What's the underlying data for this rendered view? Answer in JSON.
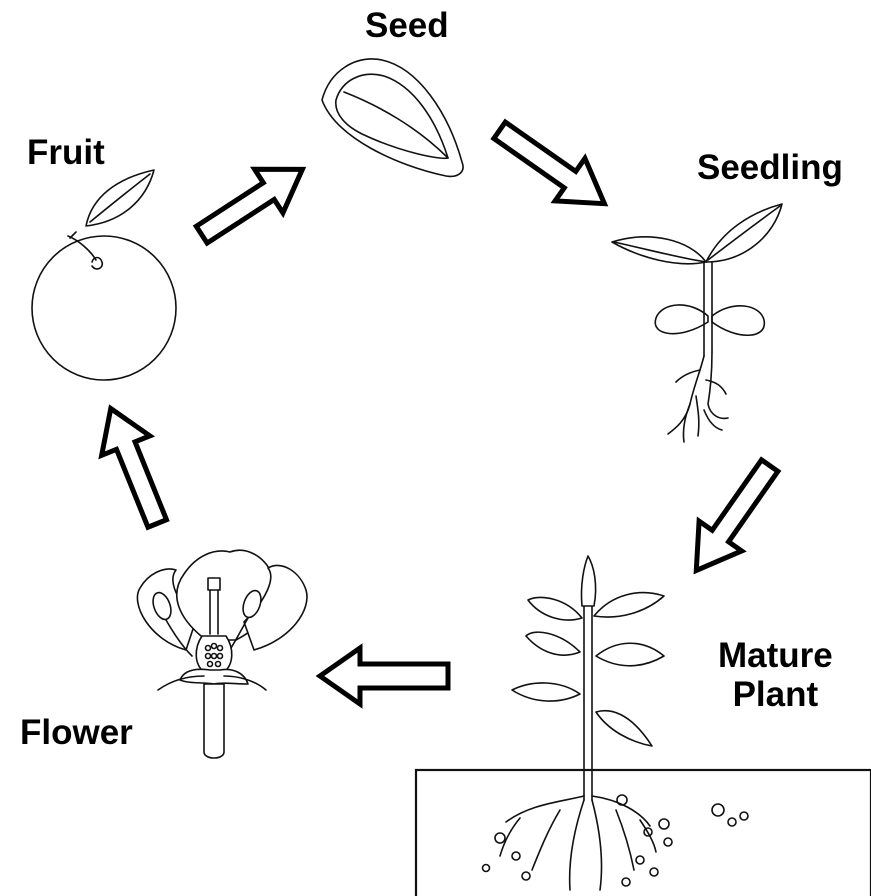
{
  "diagram": {
    "stages": {
      "seed": "Seed",
      "seedling": "Seedling",
      "mature_plant_line1": "Mature",
      "mature_plant_line2": "Plant",
      "flower": "Flower",
      "fruit": "Fruit"
    },
    "stroke_color": "#000000",
    "background_color": "#ffffff"
  }
}
